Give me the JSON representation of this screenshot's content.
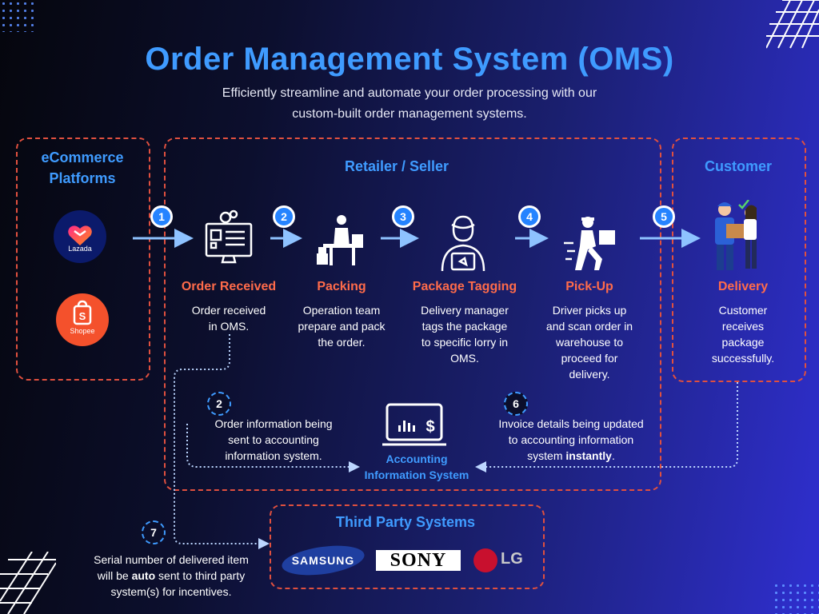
{
  "header": {
    "title": "Order Management System (OMS)",
    "subtitle_line1": "Efficiently streamline and automate your order processing with our",
    "subtitle_line2": "custom-built order management systems."
  },
  "ecommerce": {
    "title_line1": "eCommerce",
    "title_line2": "Platforms",
    "lazada_label": "Lazada",
    "shopee_label": "Shopee"
  },
  "retailer": {
    "title": "Retailer / Seller"
  },
  "customer_box": {
    "title": "Customer"
  },
  "steps": [
    {
      "num": "1",
      "title": "Order Received",
      "desc_lines": [
        "Order received",
        "in OMS."
      ]
    },
    {
      "num": "2",
      "title": "Packing",
      "desc_lines": [
        "Operation team",
        "prepare and pack",
        "the order."
      ]
    },
    {
      "num": "3",
      "title": "Package Tagging",
      "desc_lines": [
        "Delivery manager",
        "tags the package",
        "to specific lorry in",
        "OMS."
      ]
    },
    {
      "num": "4",
      "title": "Pick-Up",
      "desc_lines": [
        "Driver picks up",
        "and scan order in",
        "warehouse to",
        "proceed for",
        "delivery."
      ]
    },
    {
      "num": "5",
      "title": "Delivery",
      "desc_lines": [
        "Customer",
        "receives",
        "package",
        "successfully."
      ]
    }
  ],
  "accounting": {
    "label_line1": "Accounting",
    "label_line2": "Information System",
    "icon_text": "$",
    "note2": {
      "num": "2",
      "lines": [
        "Order information being",
        "sent to accounting",
        "information system."
      ]
    },
    "note6": {
      "num": "6",
      "line1": "Invoice details being updated",
      "line2": "to accounting information",
      "line3_pre": "system ",
      "line3_bold": "instantly",
      "line3_post": "."
    }
  },
  "third_party": {
    "title": "Third Party Systems",
    "logos": [
      "SAMSUNG",
      "SONY",
      "LG"
    ],
    "note7": {
      "num": "7",
      "line1": "Serial number of delivered item",
      "line2_pre": "will be ",
      "line2_bold": "auto",
      "line2_post": " sent to third party",
      "line3": "system(s) for incentives."
    }
  },
  "colors": {
    "accent_blue": "#3f9bff",
    "accent_orange": "#ff6b4a",
    "dash_red": "#e0503f",
    "badge_blue": "#2583ff"
  }
}
